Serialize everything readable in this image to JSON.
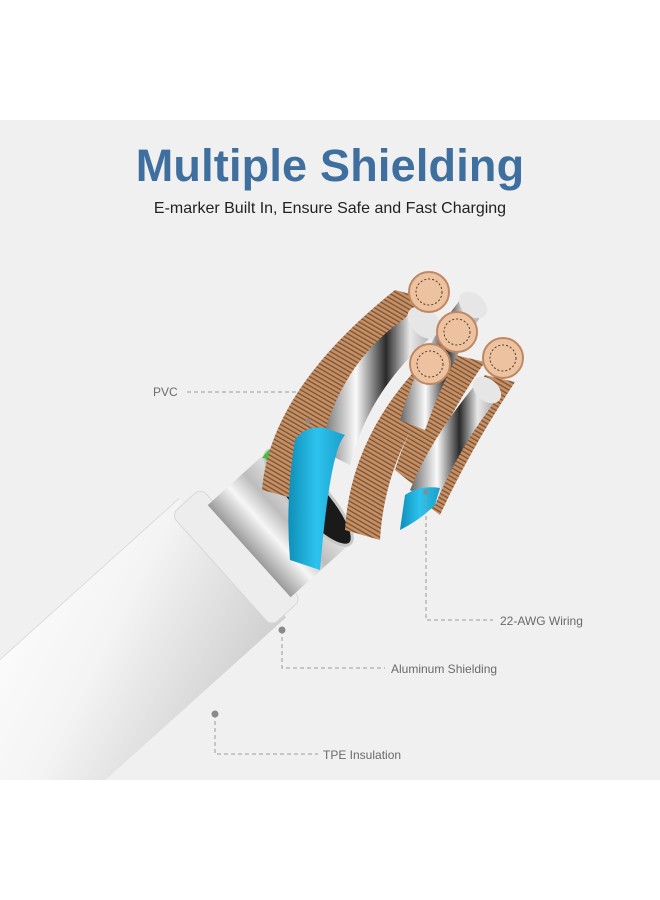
{
  "heading": {
    "title": "Multiple Shielding",
    "subtitle": "E-marker Built In, Ensure Safe and Fast Charging"
  },
  "callouts": [
    {
      "id": "pvc",
      "label": "PVC"
    },
    {
      "id": "awg",
      "label": "22-AWG Wiring"
    },
    {
      "id": "aluminum",
      "label": "Aluminum Shielding"
    },
    {
      "id": "tpe",
      "label": "TPE Insulation"
    }
  ],
  "colors": {
    "title": "#3f6f9e",
    "panel_bg": "#f0f0f0",
    "copper": "#c9946a",
    "cyan_insulation": "#1fb5e0",
    "green_layer": "#3cc13c",
    "callout_line": "#9a9a9a"
  }
}
